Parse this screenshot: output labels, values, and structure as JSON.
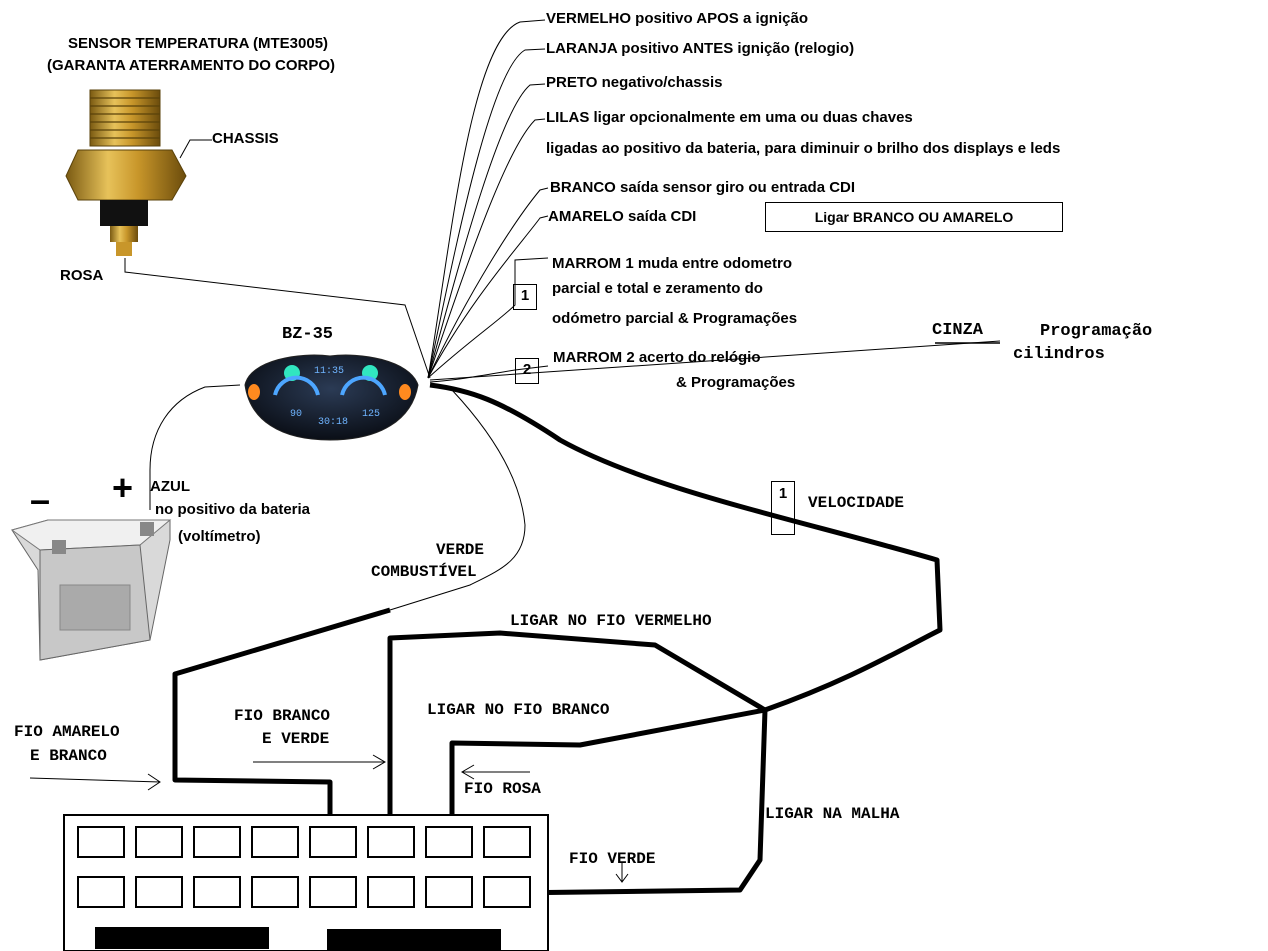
{
  "sensor": {
    "title_line1": "SENSOR TEMPERATURA  (MTE3005)",
    "title_line2": "(GARANTA ATERRAMENTO DO CORPO)",
    "chassis": "CHASSIS",
    "rosa": "ROSA"
  },
  "device": {
    "name": "BZ-35",
    "display_time": "11:35",
    "display_left": "90",
    "display_center": "30:18",
    "display_right": "125"
  },
  "wires": {
    "vermelho": "VERMELHO positivo APOS a ignição",
    "laranja": "LARANJA positivo ANTES ignição (relogio)",
    "preto": "PRETO negativo/chassis",
    "lilas_1": "LILAS ligar opcionalmente em uma ou duas chaves",
    "lilas_2": "ligadas ao positivo da bateria, para diminuir o brilho dos displays e leds",
    "branco": "BRANCO  saída sensor giro ou entrada CDI",
    "amarelo": "AMARELO saída CDI",
    "branco_amarelo_note": "Ligar BRANCO OU AMARELO",
    "marrom1_num": "1",
    "marrom1_l1": "MARROM 1  muda  entre odometro",
    "marrom1_l2": "parcial e total e zeramento do",
    "marrom1_l3": "odómetro parcial &  Programações",
    "cinza": "CINZA",
    "cinza_desc1": "Programação",
    "cinza_desc2": "cilindros",
    "marrom2_num": "2",
    "marrom2_l1": "MARROM 2   acerto do relógio",
    "marrom2_l2": "& Programações"
  },
  "battery": {
    "minus": "–",
    "plus": "+",
    "azul": "AZUL",
    "azul_desc1": "no positivo da bateria",
    "azul_desc2": "(voltímetro)"
  },
  "verde": {
    "line1": "VERDE",
    "line2": "COMBUSTÍVEL"
  },
  "velocidade": {
    "num": "1",
    "label": "VELOCIDADE"
  },
  "connector": {
    "ligar_vermelho": "LIGAR NO FIO VERMELHO",
    "ligar_branco": "LIGAR NO FIO BRANCO",
    "ligar_malha": "LIGAR NA MALHA",
    "fio_amarelo_1": "FIO AMARELO",
    "fio_amarelo_2": "E   BRANCO",
    "fio_branco_1": "FIO BRANCO",
    "fio_branco_2": "E VERDE",
    "fio_rosa": "FIO ROSA",
    "fio_verde": "FIO VERDE"
  }
}
